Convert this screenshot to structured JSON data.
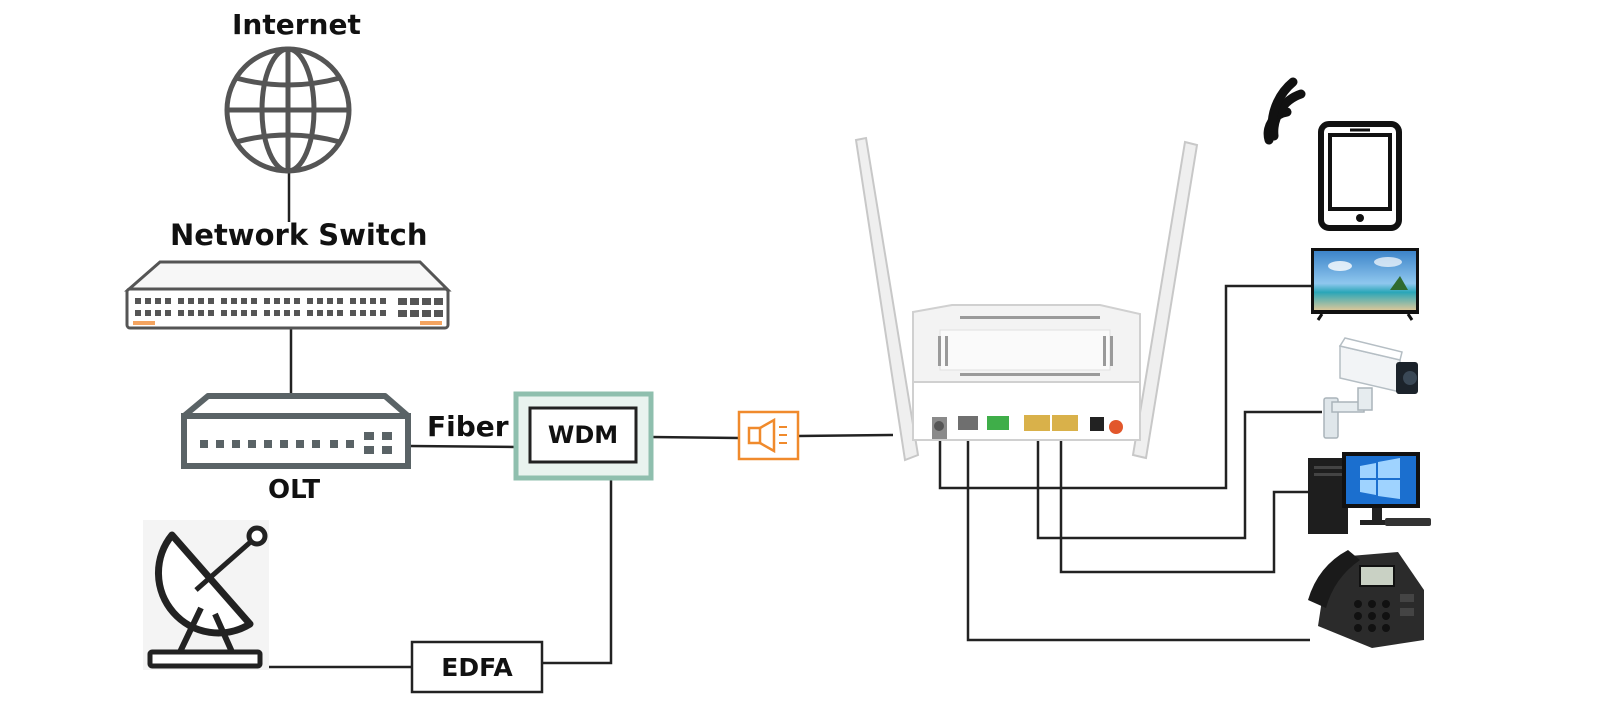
{
  "labels": {
    "internet": "Internet",
    "network_switch": "Network Switch",
    "olt": "OLT",
    "fiber": "Fiber",
    "wdm": "WDM",
    "edfa": "EDFA"
  },
  "colors": {
    "line": "#222222",
    "device_gray": "#5a6366",
    "wdm_green": "#8fbfae",
    "splitter_orange": "#f08a2c",
    "switch_orange": "#f4a460",
    "router_white": "#f3f3f3"
  },
  "icons": [
    "globe-icon",
    "network-switch-icon",
    "olt-icon",
    "wdm-box",
    "edfa-box",
    "satellite-dish-icon",
    "optical-splitter-icon",
    "onu-router-icon",
    "wifi-signal-icon",
    "tablet-icon",
    "tv-icon",
    "security-camera-icon",
    "desktop-computer-icon",
    "telephone-icon"
  ]
}
